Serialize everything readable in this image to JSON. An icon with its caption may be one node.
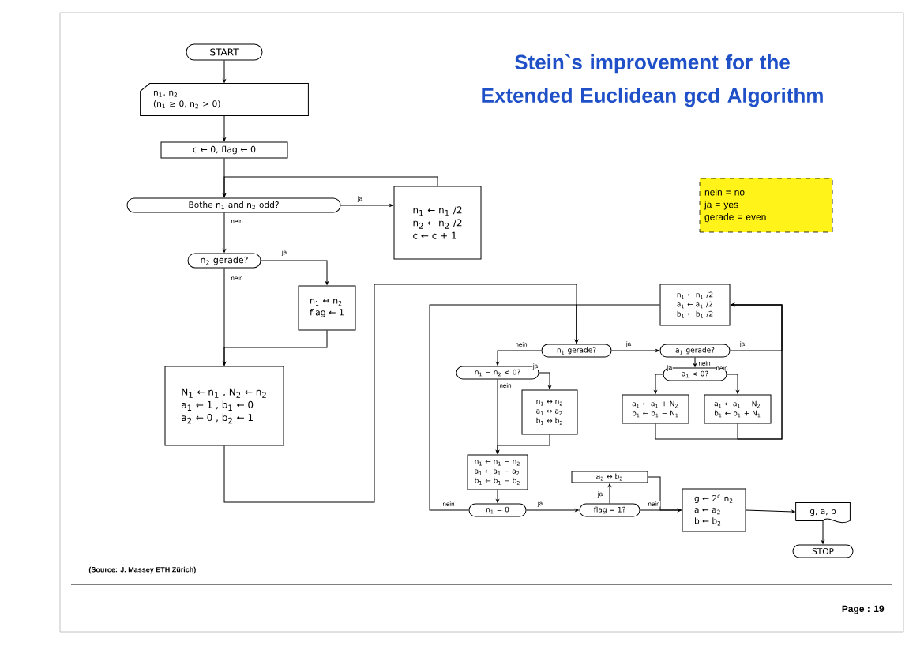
{
  "diagram": {
    "title": "Stein`s improvement for the Extended Euclidean gcd Algorithm",
    "nodes": [
      {
        "text": [
          "START"
        ]
      },
      {
        "text": [
          "n$_{1}$, n$_{2}$",
          "(n$_{1}$ ≥ 0, n$_{2}$ > 0)"
        ]
      },
      {
        "text": [
          "c ← 0, flag ← 0"
        ]
      },
      {
        "text": [
          "Bothe n$_{1}$ and n$_{2}$ odd?"
        ]
      },
      {
        "text": [
          "n$_{1}$ ← n$_{1}$ /2",
          "n$_{2}$ ← n$_{2}$ /2",
          "c ← c + 1"
        ]
      },
      {
        "text": [
          "n$_{2}$ gerade?"
        ]
      },
      {
        "text": [
          "n$_{1}$ ↔ n$_{2}$",
          "flag ← 1"
        ]
      },
      {
        "text": [
          "N$_{1}$ ← n$_{1}$ , N$_{2}$ ← n$_{2}$",
          "a$_{1}$ ← 1 , b$_{1}$ ← 0",
          "a$_{2}$ ← 0 , b$_{2}$ ← 1"
        ]
      },
      {
        "text": [
          "n$_{1}$ ← n$_{1}$ /2",
          "a$_{1}$ ← a$_{1}$ /2",
          "b$_{1}$ ← b$_{1}$ /2"
        ]
      },
      {
        "text": [
          "n$_{1}$ gerade?"
        ]
      },
      {
        "text": [
          "a$_{1}$ gerade?"
        ]
      },
      {
        "text": [
          "n$_{1}$ − n$_{2}$ < 0?"
        ]
      },
      {
        "text": [
          "a$_{1}$ < 0?"
        ]
      },
      {
        "text": [
          "n$_{1}$ ↔ n$_{2}$",
          "a$_{1}$ ↔ a$_{2}$",
          "b$_{1}$ ↔ b$_{2}$"
        ]
      },
      {
        "text": [
          "a$_{1}$ ← a$_{1}$ + N$_{2}$",
          "b$_{1}$ ← b$_{1}$ − N$_{1}$"
        ]
      },
      {
        "text": [
          "a$_{1}$ ← a$_{1}$ − N$_{2}$",
          "b$_{1}$ ← b$_{1}$ + N$_{1}$"
        ]
      },
      {
        "text": [
          "n$_{1}$ ← n$_{1}$ − n$_{2}$",
          "a$_{1}$ ← a$_{1}$ − a$_{2}$",
          "b$_{1}$ ← b$_{1}$ − b$_{2}$"
        ]
      },
      {
        "text": [
          "n$_{1}$ = 0"
        ]
      },
      {
        "text": [
          "a$_{2}$ ↔ b$_{2}$"
        ]
      },
      {
        "text": [
          "flag = 1?"
        ]
      },
      {
        "text": [
          "g ← 2$^{c}$ n$_{2}$",
          "a ← a$_{2}$",
          "b ← b$_{2}$"
        ]
      },
      {
        "text": [
          "g, a, b"
        ]
      },
      {
        "text": [
          "STOP"
        ]
      },
      {
        "text": [
          "nein = no",
          "ja = yes",
          "gerade = even"
        ]
      }
    ],
    "edges": [
      {
        "from": 0,
        "to": 1,
        "arrow": "to"
      },
      {
        "from": 1,
        "to": 2,
        "arrow": "to"
      },
      {
        "from": 2,
        "to": 3,
        "arrow": "to"
      },
      {
        "from": 3,
        "to": 4,
        "arrow": "to",
        "label": "ja"
      },
      {
        "from": 4,
        "to": 3,
        "arrow": "to"
      },
      {
        "from": 3,
        "to": 5,
        "arrow": "to",
        "label": "nein"
      },
      {
        "from": 5,
        "to": 6,
        "arrow": "to",
        "label": "ja"
      },
      {
        "from": 6,
        "to": 7,
        "arrow": "to"
      },
      {
        "from": 5,
        "to": 7,
        "arrow": "to",
        "label": "nein"
      },
      {
        "from": 7,
        "to": 9,
        "arrow": "to"
      },
      {
        "from": 8,
        "to": 9,
        "arrow": "to"
      },
      {
        "from": 9,
        "to": 10,
        "arrow": "to",
        "label": "ja"
      },
      {
        "from": 9,
        "to": 11,
        "arrow": "to",
        "label": "nein"
      },
      {
        "from": 10,
        "to": 8,
        "arrow": "to",
        "label": "ja"
      },
      {
        "from": 10,
        "to": 12,
        "arrow": "to",
        "label": "nein"
      },
      {
        "from": 12,
        "to": 14,
        "arrow": "to",
        "label": "ja"
      },
      {
        "from": 12,
        "to": 15,
        "arrow": "to",
        "label": "nein"
      },
      {
        "from": 14,
        "to": 8,
        "arrow": "to"
      },
      {
        "from": 15,
        "to": 8,
        "arrow": "to"
      },
      {
        "from": 11,
        "to": 13,
        "arrow": "to",
        "label": "ja"
      },
      {
        "from": 11,
        "to": 16,
        "arrow": "to",
        "label": "nein"
      },
      {
        "from": 13,
        "to": 16,
        "arrow": "to"
      },
      {
        "from": 16,
        "to": 17,
        "arrow": "to"
      },
      {
        "from": 17,
        "to": 9,
        "arrow": "to",
        "label": "nein"
      },
      {
        "from": 17,
        "to": 19,
        "arrow": "to",
        "label": "ja"
      },
      {
        "from": 19,
        "to": 18,
        "arrow": "to",
        "label": "ja"
      },
      {
        "from": 18,
        "to": 20,
        "arrow": "to"
      },
      {
        "from": 19,
        "to": 20,
        "arrow": "to",
        "label": "nein"
      },
      {
        "from": 20,
        "to": 21,
        "arrow": "to"
      },
      {
        "from": 21,
        "to": 22,
        "arrow": "to"
      }
    ],
    "labels": [
      "(Source: J. Massey ETH Zürich)",
      "Page : 19"
    ]
  }
}
